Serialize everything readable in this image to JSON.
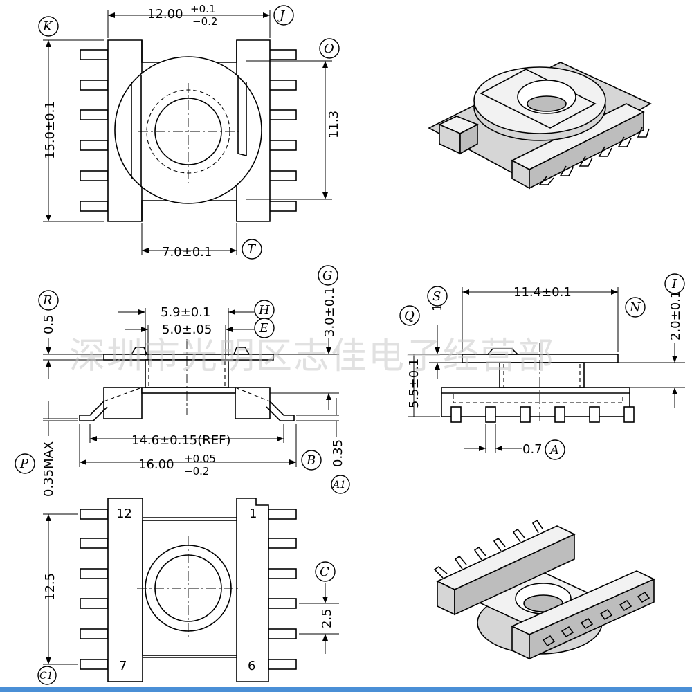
{
  "watermark": "深圳市光明区志佳电子经营部",
  "dimensions": {
    "top_width": "12.00",
    "top_width_tol_plus": "+0.1",
    "top_width_tol_minus": "−0.2",
    "height_15": "15.0±0.1",
    "height_11_3": "11.3",
    "width_7": "7.0±0.1",
    "width_5_9": "5.9±0.1",
    "width_5_0": "5.0±.05",
    "dim_0_5": "0.5",
    "dim_3_0": "3.0±0.1",
    "ref_14_6": "14.6±0.15(REF)",
    "overall_16": "16.00",
    "overall_16_tol_plus": "+0.05",
    "overall_16_tol_minus": "−0.2",
    "dim_0_35max": "0.35MAX",
    "dim_0_35": "0.35",
    "dim_11_4": "11.4±0.1",
    "dim_1_0": "1.0",
    "dim_2_0": "2.0±0.1",
    "dim_5_5": "5.5±0.1",
    "dim_0_7": "0.7",
    "dim_12_5": "12.5",
    "dim_2_5": "2.5"
  },
  "callouts": {
    "K": "K",
    "J": "J",
    "O": "O",
    "T": "T",
    "G": "G",
    "R": "R",
    "H": "H",
    "E": "E",
    "S": "S",
    "Q": "Q",
    "N": "N",
    "I": "I",
    "P": "P",
    "B": "B",
    "A1": "A1",
    "A": "A",
    "C": "C",
    "C1": "C1"
  },
  "pins": {
    "p12": "12",
    "p1": "1",
    "p7": "7",
    "p6": "6"
  }
}
